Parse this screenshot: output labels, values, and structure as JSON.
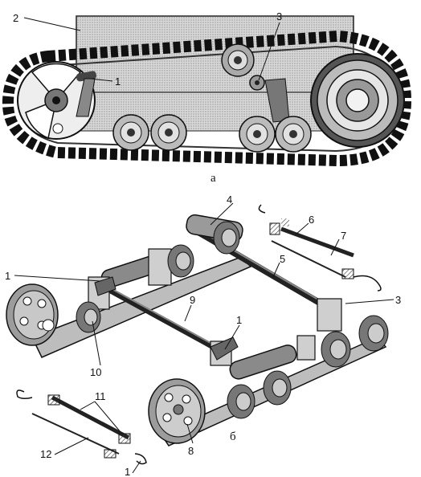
{
  "figure": {
    "subfigure_a": "а",
    "subfigure_b": "б",
    "callouts": {
      "c1_top": "1",
      "c2_top": "2",
      "c3_top": "3",
      "c4": "4",
      "c6": "6",
      "c7": "7",
      "c5": "5",
      "c3_b": "3",
      "c1_b_left": "1",
      "c9": "9",
      "c1_b_mid": "1",
      "c10": "10",
      "c11": "11",
      "c12": "12",
      "c8": "8",
      "c1_b_bottom": "1"
    }
  }
}
